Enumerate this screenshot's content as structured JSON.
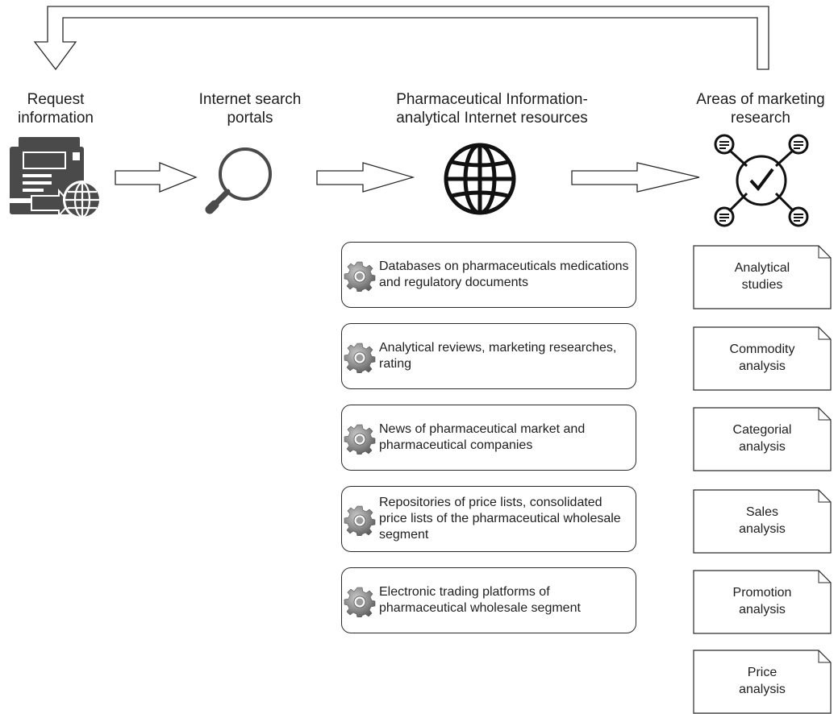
{
  "headers": {
    "request": "Request\ninformation",
    "portals": "Internet search\nportals",
    "resources": "Pharmaceutical Information-\nanalytical Internet resources",
    "areas": "Areas of marketing\nresearch"
  },
  "resources": [
    {
      "label": "Databases on pharmaceuticals medications and regulatory documents"
    },
    {
      "label": "Analytical reviews, marketing researches, rating"
    },
    {
      "label": "News of pharmaceutical market and pharmaceutical companies"
    },
    {
      "label": "Repositories of price lists, consolidated price lists of the pharmaceutical wholesale segment"
    },
    {
      "label": "Electronic trading platforms of pharmaceutical wholesale segment"
    }
  ],
  "areas": [
    {
      "label": "Analytical\nstudies"
    },
    {
      "label": "Commodity\nanalysis"
    },
    {
      "label": "Categorial\nanalysis"
    },
    {
      "label": "Sales\nanalysis"
    },
    {
      "label": "Promotion\nanalysis"
    },
    {
      "label": "Price\nanalysis"
    }
  ],
  "icons": {
    "request": "mail-globe-icon",
    "portals": "magnifier-icon",
    "resources": "globe-icon",
    "areas": "network-check-icon",
    "resource_bullet": "gear-icon"
  },
  "colors": {
    "stroke": "#2a2a2a",
    "icon_dark": "#4a4a4a",
    "gear": "#8a8a8a"
  }
}
